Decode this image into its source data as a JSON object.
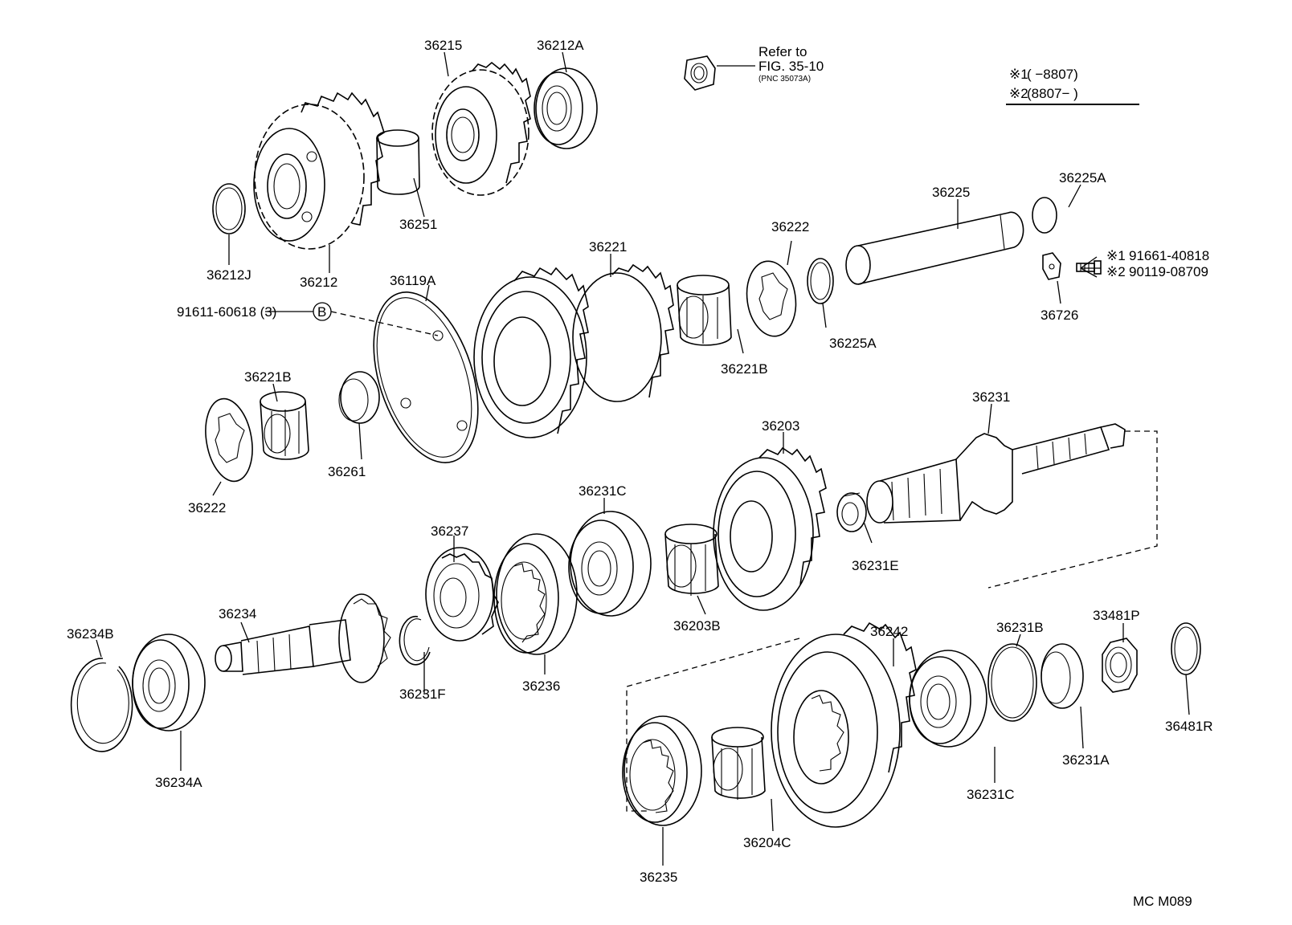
{
  "diagram": {
    "refer_note": {
      "line1": "Refer to",
      "line2": "FIG. 35-10",
      "line3": "(PNC 35073A)"
    },
    "legend": {
      "line1_mark": "※1",
      "line1_range": "(       −8807)",
      "line2_mark": "※2",
      "line2_range": "(8807−       )"
    },
    "bolt_note": {
      "text": "91611-60618 (3)",
      "marker": "B"
    },
    "variant_parts": {
      "v1_mark": "※1",
      "v1_part": "91661-40818",
      "v2_mark": "※2",
      "v2_part": "90119-08709"
    },
    "figure_code": "MC  M089",
    "labels": {
      "p36215": "36215",
      "p36212A": "36212A",
      "p36251": "36251",
      "p36212J": "36212J",
      "p36212": "36212",
      "p36225": "36225",
      "p36225A_top": "36225A",
      "p36222_top": "36222",
      "p36221": "36221",
      "p36119A": "36119A",
      "p36221B_right": "36221B",
      "p36225A_mid": "36225A",
      "p36726": "36726",
      "p36221B_left": "36221B",
      "p36261": "36261",
      "p36222_bottom": "36222",
      "p36231": "36231",
      "p36203": "36203",
      "p36231C_top": "36231C",
      "p36237": "36237",
      "p36231E": "36231E",
      "p36203B": "36203B",
      "p36234": "36234",
      "p36234B": "36234B",
      "p36231F": "36231F",
      "p36236": "36236",
      "p36234A": "36234A",
      "p36242": "36242",
      "p36231B": "36231B",
      "p33481P": "33481P",
      "p36481R": "36481R",
      "p36231A": "36231A",
      "p36231C_bottom": "36231C",
      "p36204C": "36204C",
      "p36235": "36235"
    }
  }
}
